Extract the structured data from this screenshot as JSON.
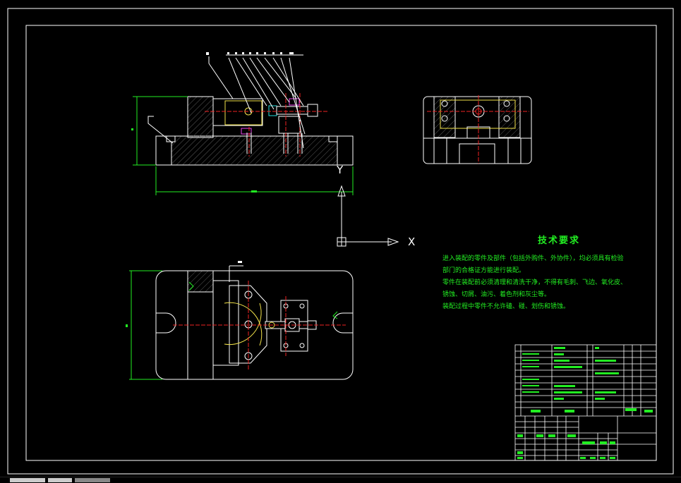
{
  "drawing": {
    "axis_x_label": "X",
    "axis_y_label": "Y",
    "title": "技术要求",
    "requirements": [
      "进入装配的零件及部件（包括外购件、外协件），均必须具有检验",
      "部门的合格证方能进行装配。",
      "零件在装配前必须清理和清洗干净，不得有毛刺、飞边、氧化皮、",
      "锈蚀、切屑、油污、着色剂和灰尘等。",
      "装配过程中零件不允许磕、碰、划伤和锈蚀。"
    ]
  },
  "colors": {
    "frame": "#ffffff",
    "green": "#22ee22",
    "yellow": "#f2e24a",
    "red": "#ee2222",
    "cyan": "#22dddd",
    "magenta": "#ee44ee"
  }
}
